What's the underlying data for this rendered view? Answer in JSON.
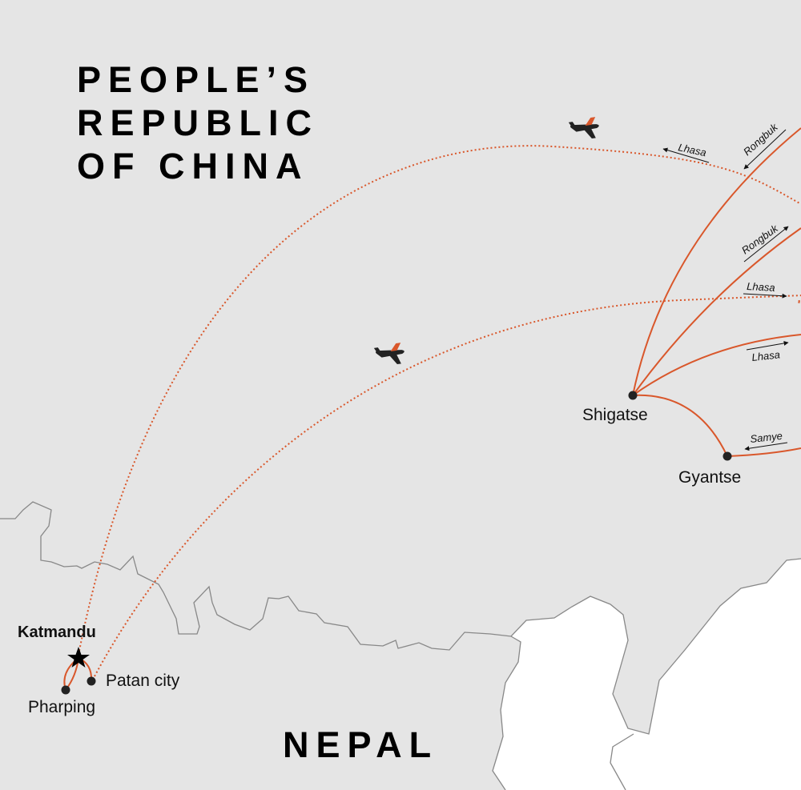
{
  "countries": {
    "china": [
      "PEOPLE’S",
      "REPUBLIC",
      "OF CHINA"
    ],
    "nepal": "NEPAL"
  },
  "cities": {
    "katmandu": "Katmandu",
    "patan": "Patan city",
    "pharping": "Pharping",
    "shigatse": "Shigatse",
    "gyantse": "Gyantse"
  },
  "route_labels": {
    "lhasa_top": "Lhasa",
    "rongbuk_top": "Rongbuk",
    "rongbuk_mid": "Rongbuk",
    "lhasa_mid": "Lhasa",
    "lhasa_low": "Lhasa",
    "samye": "Samye"
  },
  "icons": {
    "plane": "airplane-icon",
    "capital": "star-icon"
  },
  "colors": {
    "route": "#d9572b",
    "land": "#e5e5e5",
    "water_other": "#ffffff",
    "border": "#888888"
  }
}
